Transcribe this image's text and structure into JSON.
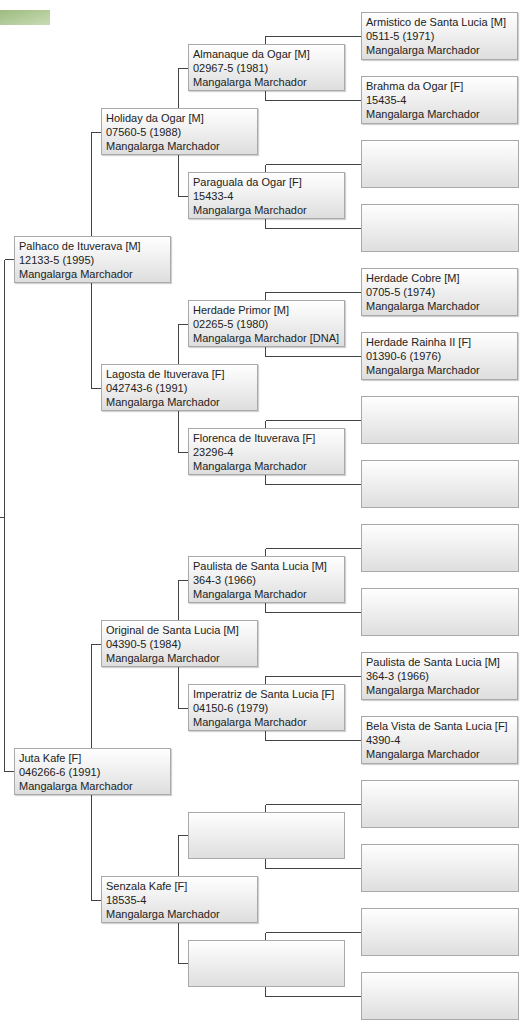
{
  "diagram": {
    "nodes": [
      {
        "text": [
          "Palhaco de Ituverava [M]",
          "12133-5 (1995)",
          "Mangalarga Marchador"
        ]
      },
      {
        "text": [
          "Holiday da Ogar [M]",
          "07560-5 (1988)",
          "Mangalarga Marchador"
        ]
      },
      {
        "text": [
          "Almanaque da Ogar [M]",
          "02967-5 (1981)",
          "Mangalarga Marchador"
        ]
      },
      {
        "text": [
          "Armistico de Santa Lucia [M]",
          "0511-5 (1971)",
          "Mangalarga Marchador"
        ]
      },
      {
        "text": [
          "Brahma da Ogar [F]",
          "15435-4",
          "Mangalarga Marchador"
        ]
      },
      {
        "text": [
          "Paraguala da Ogar [F]",
          "15433-4",
          "Mangalarga Marchador"
        ]
      },
      {
        "text": [
          "Lagosta de Ituverava [F]",
          "042743-6 (1991)",
          "Mangalarga Marchador"
        ]
      },
      {
        "text": [
          "Herdade Primor [M]",
          "02265-5 (1980)",
          "Mangalarga Marchador [DNA]"
        ]
      },
      {
        "text": [
          "Herdade Cobre [M]",
          "0705-5 (1974)",
          "Mangalarga Marchador"
        ]
      },
      {
        "text": [
          "Herdade Rainha II [F]",
          "01390-6 (1976)",
          "Mangalarga Marchador"
        ]
      },
      {
        "text": [
          "Florenca de Ituverava [F]",
          "23296-4",
          "Mangalarga Marchador"
        ]
      },
      {
        "text": [
          "Juta Kafe [F]",
          "046266-6 (1991)",
          "Mangalarga Marchador"
        ]
      },
      {
        "text": [
          "Original de Santa Lucia [M]",
          "04390-5 (1984)",
          "Mangalarga Marchador"
        ]
      },
      {
        "text": [
          "Paulista de Santa Lucia [M]",
          "364-3 (1966)",
          "Mangalarga Marchador"
        ]
      },
      {
        "text": [
          "Paulista de Santa Lucia [M]",
          "364-3 (1966)",
          "Mangalarga Marchador"
        ]
      },
      {
        "text": [
          "Bela Vista de Santa Lucia [F]",
          "4390-4",
          "Mangalarga Marchador"
        ]
      },
      {
        "text": [
          "Imperatriz de Santa Lucia [F]",
          "04150-6 (1979)",
          "Mangalarga Marchador"
        ]
      },
      {
        "text": [
          "Senzala Kafe [F]",
          "18535-4",
          "Mangalarga Marchador"
        ]
      }
    ],
    "edges": [
      {
        "from": 0,
        "to": 1,
        "arrow": "none"
      },
      {
        "from": 0,
        "to": 6,
        "arrow": "none"
      },
      {
        "from": 1,
        "to": 2,
        "arrow": "none"
      },
      {
        "from": 1,
        "to": 5,
        "arrow": "none"
      },
      {
        "from": 2,
        "to": 3,
        "arrow": "none"
      },
      {
        "from": 2,
        "to": 4,
        "arrow": "none"
      },
      {
        "from": 6,
        "to": 7,
        "arrow": "none"
      },
      {
        "from": 6,
        "to": 10,
        "arrow": "none"
      },
      {
        "from": 7,
        "to": 8,
        "arrow": "none"
      },
      {
        "from": 7,
        "to": 9,
        "arrow": "none"
      },
      {
        "from": 11,
        "to": 12,
        "arrow": "none"
      },
      {
        "from": 11,
        "to": 17,
        "arrow": "none"
      },
      {
        "from": 12,
        "to": 13,
        "arrow": "none"
      },
      {
        "from": 12,
        "to": 16,
        "arrow": "none"
      },
      {
        "from": 16,
        "to": 14,
        "arrow": "none"
      },
      {
        "from": 16,
        "to": 15,
        "arrow": "none"
      }
    ]
  }
}
